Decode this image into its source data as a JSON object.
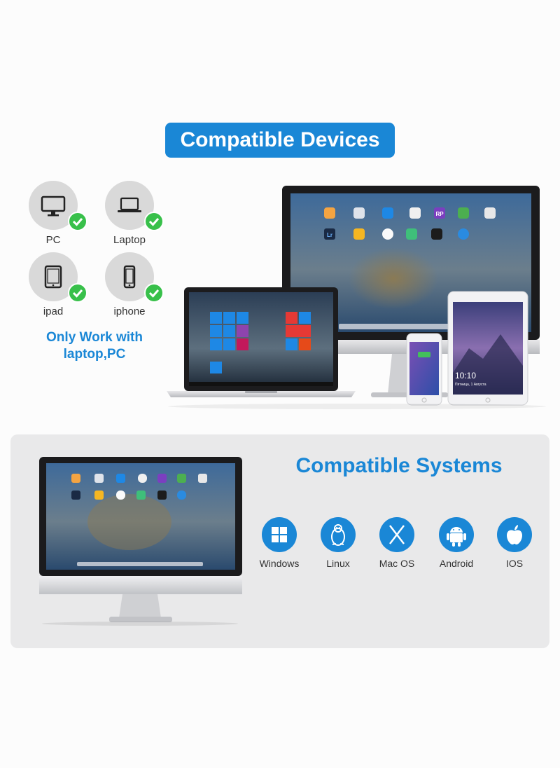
{
  "header": {
    "title": "Compatible Devices"
  },
  "devices": [
    {
      "label": "PC",
      "icon": "monitor-icon"
    },
    {
      "label": "Laptop",
      "icon": "laptop-icon"
    },
    {
      "label": "ipad",
      "icon": "tablet-icon"
    },
    {
      "label": "iphone",
      "icon": "phone-icon"
    }
  ],
  "note": {
    "line1": "Only Work with",
    "line2": "laptop,PC"
  },
  "systems": {
    "title": "Compatible Systems",
    "items": [
      {
        "label": "Windows",
        "icon": "windows-logo-icon"
      },
      {
        "label": "Linux",
        "icon": "linux-penguin-icon"
      },
      {
        "label": "Mac OS",
        "icon": "macos-x-icon"
      },
      {
        "label": "Android",
        "icon": "android-robot-icon"
      },
      {
        "label": "IOS",
        "icon": "apple-logo-icon"
      }
    ]
  },
  "tablet_screen": {
    "time": "10:10",
    "date": "Пятница, 1 Августа"
  },
  "apps": {
    "lr": "Lr",
    "rp": "RP"
  },
  "colors": {
    "brand_blue": "#1a87d6",
    "check_green": "#38c04a",
    "panel_gray": "#e9e9ea"
  }
}
